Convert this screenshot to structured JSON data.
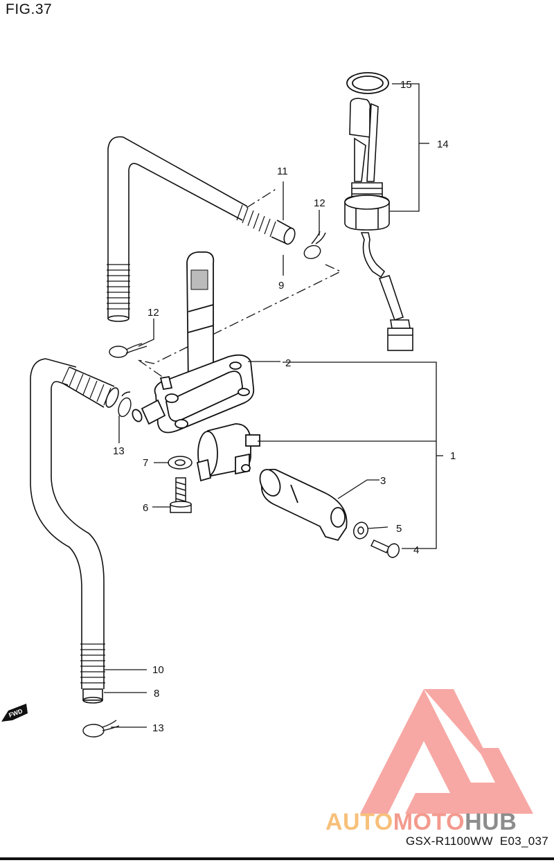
{
  "figure": {
    "title": "FIG.37"
  },
  "footer": {
    "code": "GSX-R1100WW  E03_037"
  },
  "logo": {
    "part1": "AUTO",
    "part2": "MOTO",
    "part3": "HUB",
    "colors": {
      "auto": "#f7c07a",
      "moto": "#f39a8e",
      "hub": "#8c8c8c",
      "mark": "#f58b86"
    }
  },
  "direction_badge": {
    "label": "FWD"
  },
  "callouts": {
    "c1": "1",
    "c2": "2",
    "c3": "3",
    "c4": "4",
    "c5": "5",
    "c6": "6",
    "c7": "7",
    "c8": "8",
    "c9": "9",
    "c10": "10",
    "c11": "11",
    "c12a": "12",
    "c12b": "12",
    "c13a": "13",
    "c13b": "13",
    "c14": "14",
    "c15": "15"
  }
}
